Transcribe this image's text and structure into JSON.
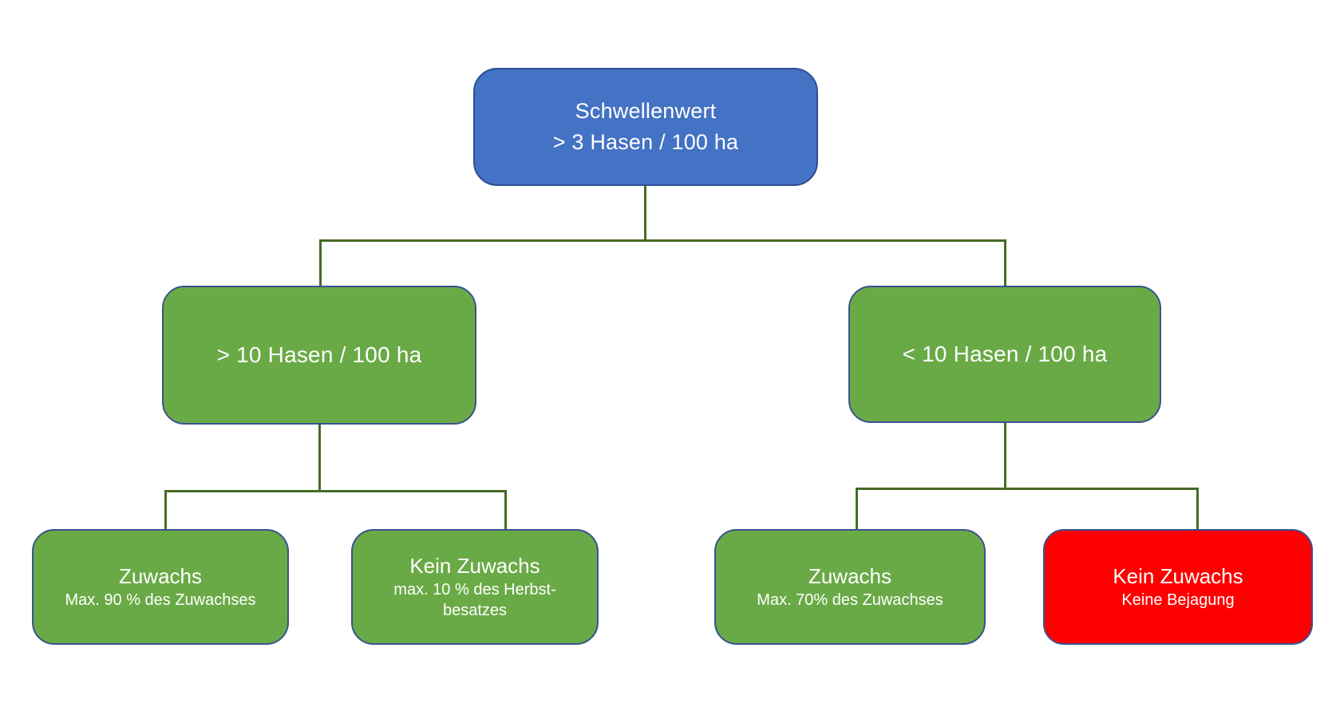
{
  "diagram": {
    "title_node": {
      "line1": "Schwellenwert",
      "line2": "> 3 Hasen / 100 ha"
    },
    "branch_left": {
      "label": "> 10 Hasen / 100 ha"
    },
    "branch_right": {
      "label": "< 10 Hasen / 100 ha"
    },
    "leaves": {
      "left_growth": {
        "title": "Zuwachs",
        "subtitle": "Max. 90 % des Zuwachses"
      },
      "left_no_growth": {
        "title": "Kein Zuwachs",
        "subtitle": "max. 10 % des Herbst-\nbesatzes"
      },
      "right_growth": {
        "title": "Zuwachs",
        "subtitle": "Max. 70% des Zuwachses"
      },
      "right_no_growth": {
        "title": "Kein Zuwachs",
        "subtitle": "Keine Bejagung"
      }
    },
    "colors": {
      "background": "#ffffff",
      "root_fill": "#4472c4",
      "root_border": "#2d4f93",
      "branch_fill": "#6aaa46",
      "stop_fill": "#fe0000",
      "node_border": "#39538f",
      "connector": "#466b26",
      "text": "#ffffff"
    }
  }
}
